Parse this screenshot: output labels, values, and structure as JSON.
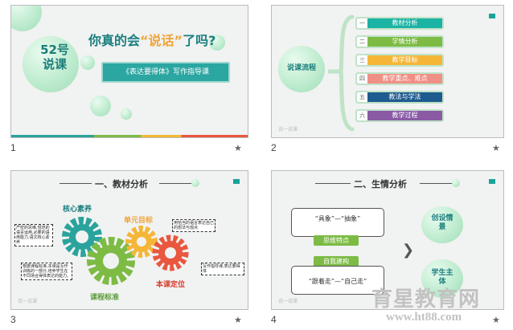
{
  "slides": [
    {
      "number": "1",
      "star": "★",
      "badge_top": "52号",
      "badge_bottom": "说课",
      "title_part1": "你真的会",
      "title_quote": "“说话”",
      "title_part2": "了吗?",
      "subtitle": "《表达要得体》写作指导课"
    },
    {
      "number": "2",
      "star": "★",
      "center_label": "说课流程",
      "items": [
        {
          "idx": "一",
          "label": "教材分析",
          "color": "#1bb3a3"
        },
        {
          "idx": "二",
          "label": "学情分析",
          "color": "#7dbb45"
        },
        {
          "idx": "三",
          "label": "教学目标",
          "color": "#f5b638"
        },
        {
          "idx": "四",
          "label": "教学重点、难点",
          "color": "#f08f86"
        },
        {
          "idx": "五",
          "label": "教法与学法",
          "color": "#1e5b8f"
        },
        {
          "idx": "六",
          "label": "教学过程",
          "color": "#8a5aa5"
        }
      ],
      "footer": "说一说课"
    },
    {
      "number": "3",
      "star": "★",
      "title": "一、教材分析",
      "gear_labels": {
        "core": "核心素养",
        "unit": "单元目标",
        "standard": "课程标准",
        "position": "本课定位"
      },
      "notes": {
        "left_top": "严密的思维,规范的语言运用,必要的语用能力,语文核心素养",
        "unit_note": "用恰当的语言表达自己的想法与观点",
        "left_bottom": "根据课程标准,本课是写作训练的一部分,培养学生在不同场合得体表达的能力。",
        "right_note": "写作指导课,表达要得体"
      },
      "footer": "说一说课"
    },
    {
      "number": "4",
      "star": "★",
      "title": "二、生情分析",
      "box1_text": "“具象”—“抽象”",
      "tag1": "思维特点",
      "tag2": "自我建构",
      "box2_text": "“跟着走”—“自己走”",
      "bubble1": "创设情景",
      "bubble2": "学生主体",
      "footer": "说一说课"
    }
  ],
  "watermark": {
    "title": "育星教育网",
    "url": "www.ht88.com"
  }
}
